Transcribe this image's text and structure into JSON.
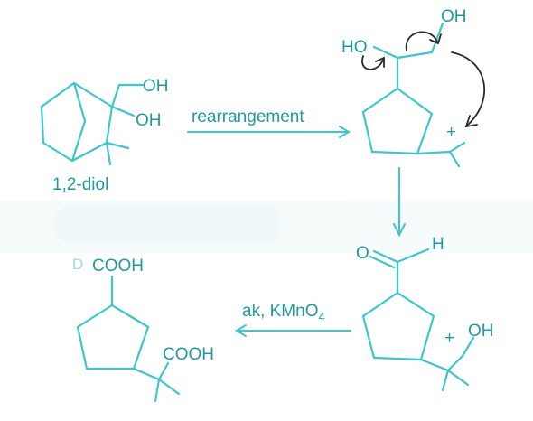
{
  "colors": {
    "bond": "#3cc6cd",
    "label": "#1f9aa3",
    "curved_arrow": "#2a2a2a",
    "background": "#ffffff",
    "haze": "#e8f6f7"
  },
  "labels": {
    "oh_top": "OH",
    "oh_mid": "OH",
    "diol_name": "1,2-diol",
    "rearrangement": "rearrangement",
    "ho_left": "HO",
    "oh_right_top": "OH",
    "plus_top": "+",
    "o_aldehyde": "O",
    "h_aldehyde": "H",
    "plus_bottom": "+",
    "oh_bottom_right": "OH",
    "reagent_main": "ak, KMnO",
    "reagent_sub": "4",
    "cooh_top": "COOH",
    "cooh_side": "COOH",
    "faded_glyph": "D"
  }
}
